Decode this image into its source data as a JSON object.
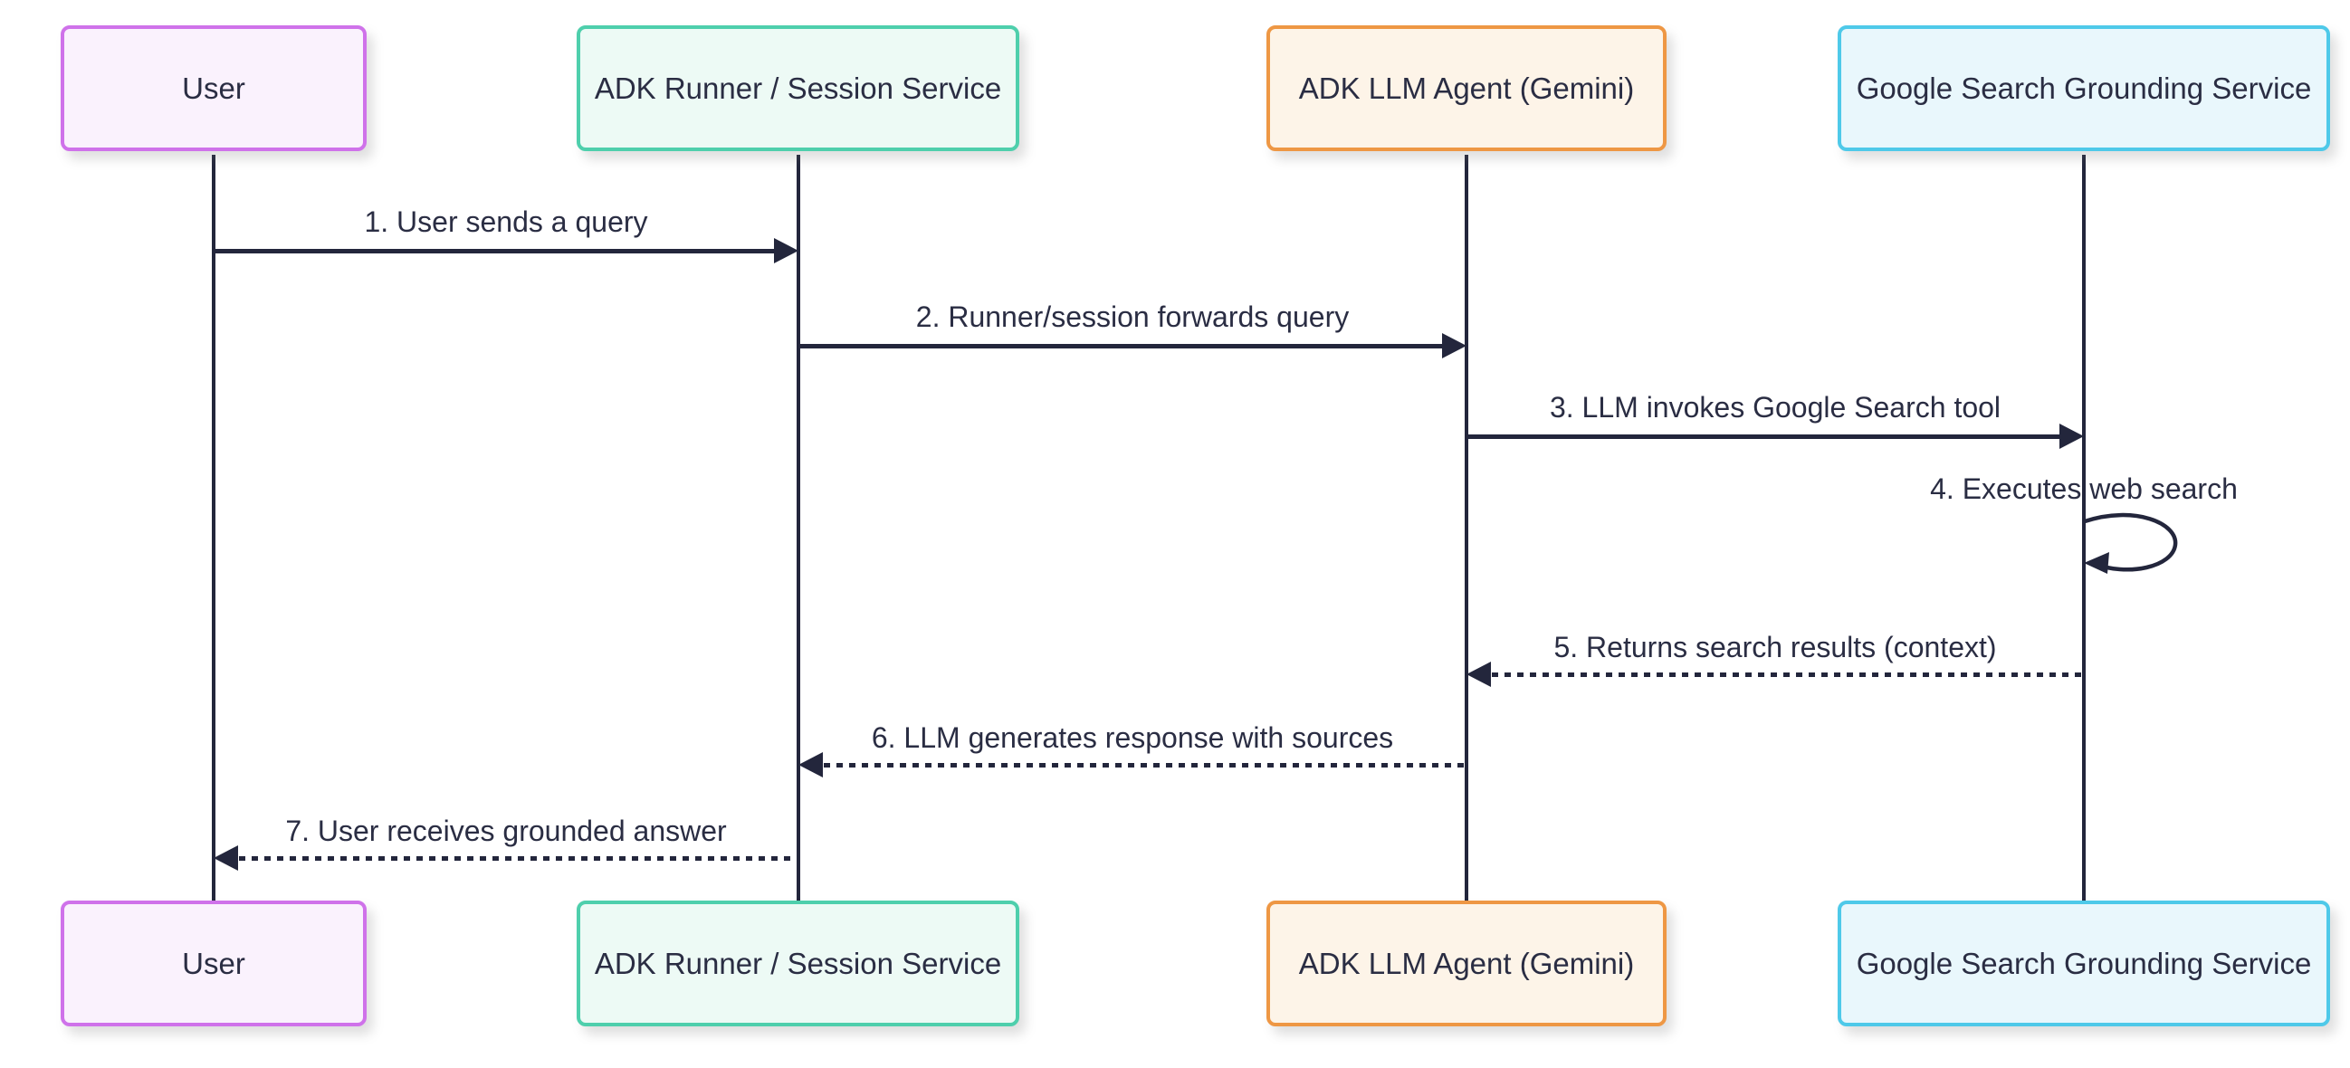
{
  "diagram": {
    "kind": "sequence-diagram",
    "actors": [
      {
        "id": "user",
        "label": "User",
        "fill": "#faf2fd",
        "border": "#cf72ea"
      },
      {
        "id": "runner",
        "label": "ADK Runner / Session Service",
        "fill": "#edfaf5",
        "border": "#4ecfac"
      },
      {
        "id": "llm",
        "label": "ADK LLM Agent (Gemini)",
        "fill": "#fdf4e8",
        "border": "#ee9744"
      },
      {
        "id": "google",
        "label": "Google Search Grounding Service",
        "fill": "#e9f7fc",
        "border": "#4ec9e9"
      }
    ],
    "messages": [
      {
        "seq": 1,
        "label": "1. User sends a query",
        "from": "user",
        "to": "runner",
        "style": "solid"
      },
      {
        "seq": 2,
        "label": "2. Runner/session forwards query",
        "from": "runner",
        "to": "llm",
        "style": "solid"
      },
      {
        "seq": 3,
        "label": "3. LLM invokes Google Search tool",
        "from": "llm",
        "to": "google",
        "style": "solid"
      },
      {
        "seq": 4,
        "label": "4. Executes web search",
        "from": "google",
        "to": "google",
        "style": "self-loop"
      },
      {
        "seq": 5,
        "label": "5. Returns search results (context)",
        "from": "google",
        "to": "llm",
        "style": "dotted"
      },
      {
        "seq": 6,
        "label": "6. LLM generates response with sources",
        "from": "llm",
        "to": "runner",
        "style": "dotted"
      },
      {
        "seq": 7,
        "label": "7. User receives grounded answer",
        "from": "runner",
        "to": "user",
        "style": "dotted"
      }
    ],
    "colors": {
      "background": "#ffffff",
      "line": "#23263c",
      "text": "#2a2d43"
    }
  }
}
